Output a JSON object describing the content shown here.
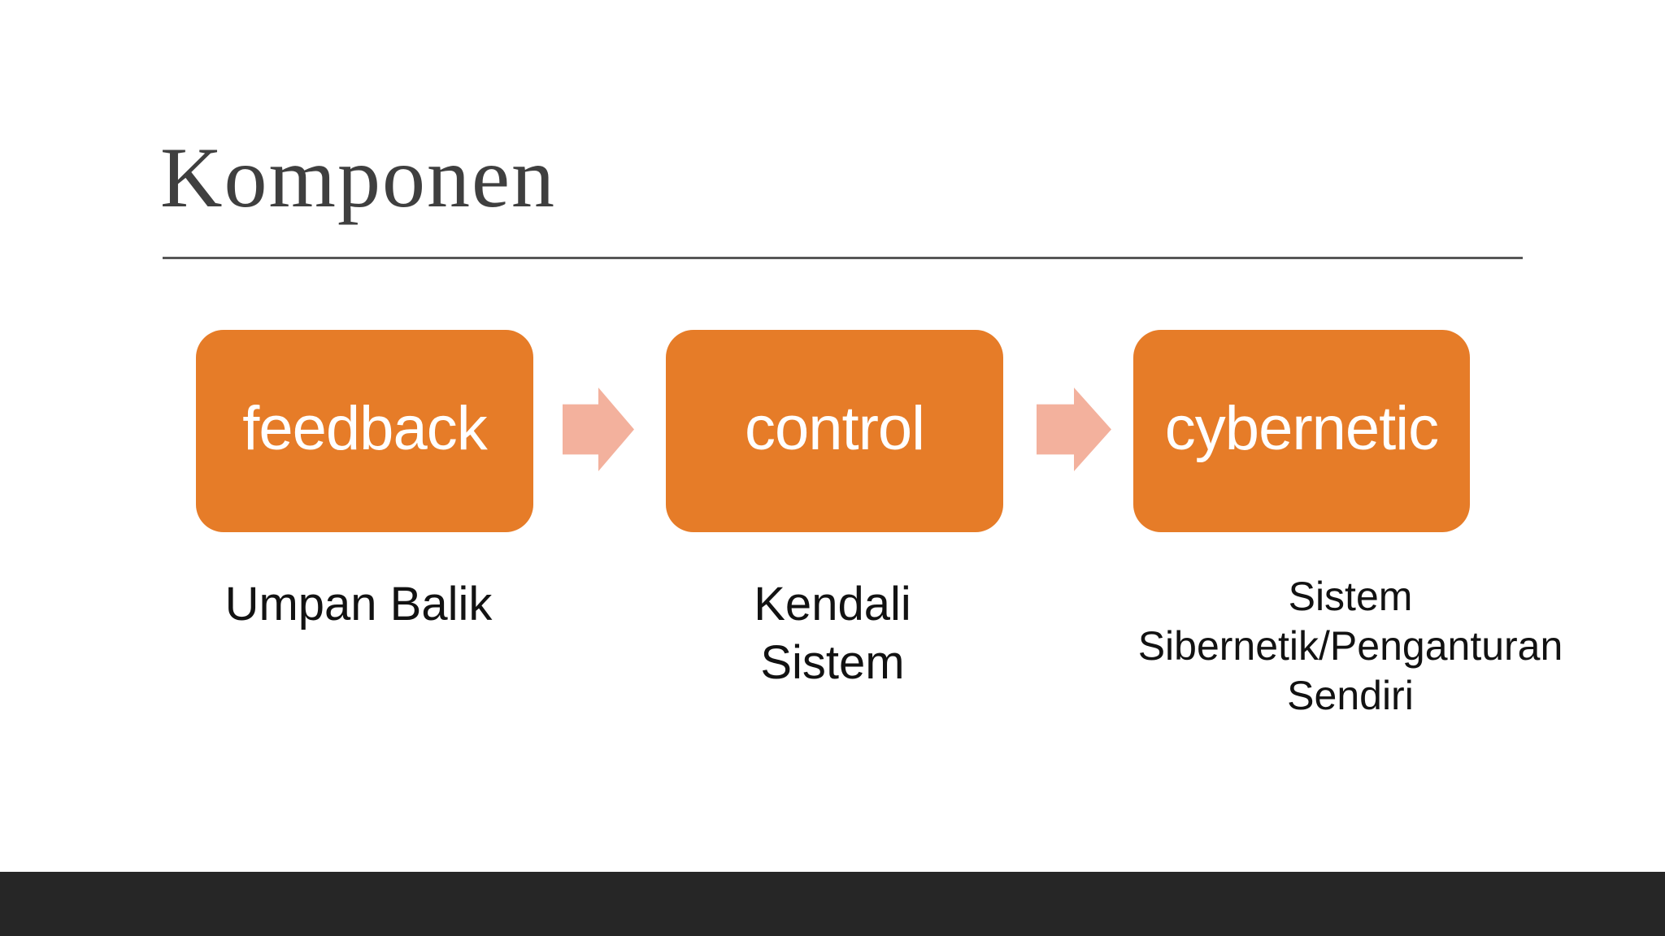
{
  "slide": {
    "title": "Komponen",
    "diagram": {
      "nodes": [
        {
          "label": "feedback",
          "caption_lines": [
            "Umpan Balik"
          ]
        },
        {
          "label": "control",
          "caption_lines": [
            "Kendali",
            "Sistem"
          ]
        },
        {
          "label": "cybernetic",
          "caption_lines": [
            "Sistem",
            "Sibernetik/Penganturan",
            "Sendiri"
          ]
        }
      ],
      "arrow_count": 2
    }
  },
  "theme": {
    "background": "#FFFFFF",
    "accent-orange": "#E67C28",
    "arrow-pink": "#F3B19D",
    "title-color": "#3F3F3F",
    "rule-color": "#575757",
    "caption-color": "#121212",
    "node-text-color": "#FFFFFF",
    "footer-color": "#262626"
  }
}
